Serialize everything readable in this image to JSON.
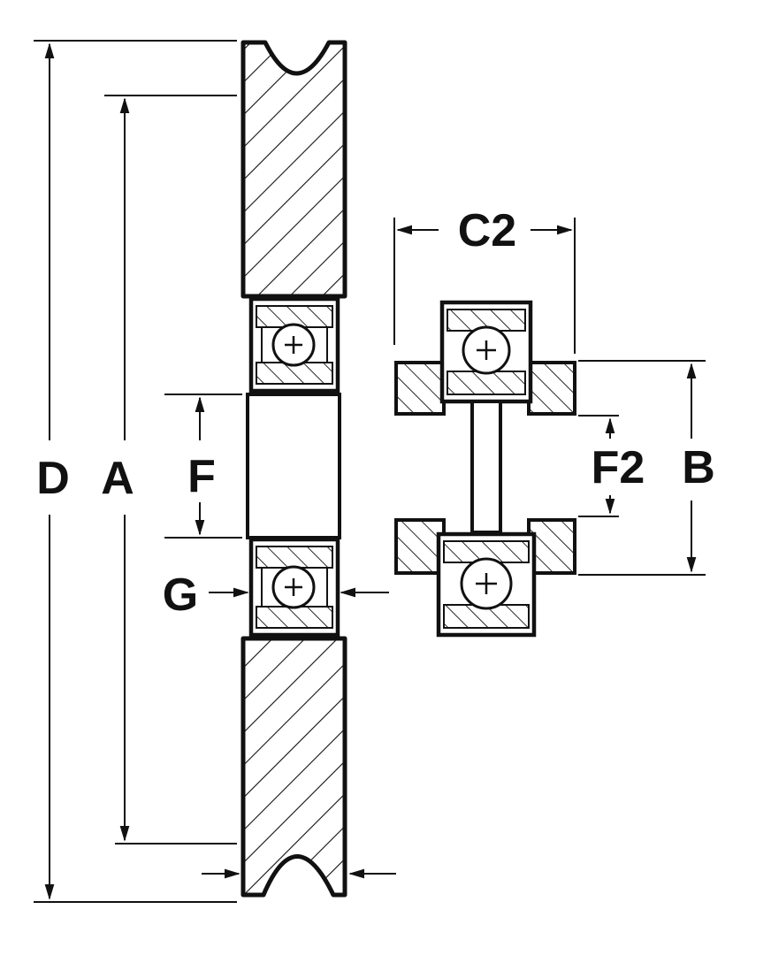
{
  "labels": {
    "D": "D",
    "A": "A",
    "F": "F",
    "G": "G",
    "C2": "C2",
    "F2": "F2",
    "B": "B"
  },
  "colors": {
    "ink": "#111111",
    "background": "#ffffff"
  }
}
